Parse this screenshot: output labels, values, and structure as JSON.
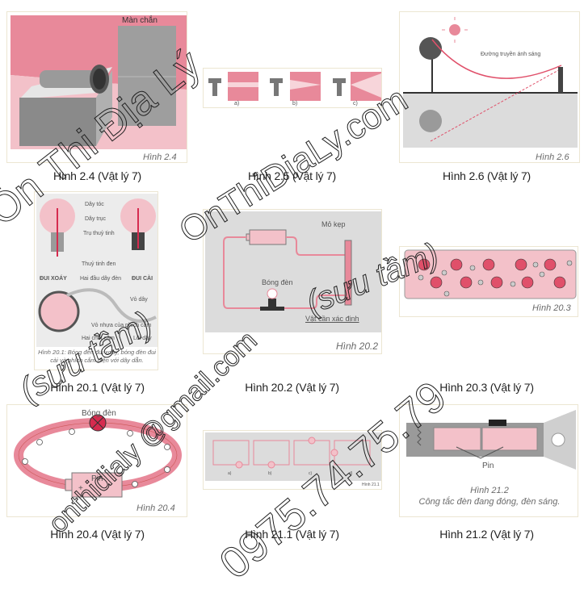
{
  "figures": [
    {
      "id": "2.4",
      "caption": "Hình 2.4 (Vật lý 7)",
      "label": "Hình 2.4",
      "annotations": [
        "Màn chắn"
      ]
    },
    {
      "id": "2.5",
      "caption": "Hình 2.5 (Vật lý 7)",
      "label": "",
      "annotations": [
        "a)",
        "b)",
        "c)"
      ]
    },
    {
      "id": "2.6",
      "caption": "Hình 2.6 (Vật lý 7)",
      "label": "Hình 2.6",
      "annotations": [
        "Đường truyền ánh sáng"
      ]
    },
    {
      "id": "20.1",
      "caption": "Hình 20.1 (Vật lý 7)",
      "label": "Hình 20.1: Bóng đèn đui xoáy, bóng đèn đui cài và phích cắm điện với dây dẫn.",
      "annotations": [
        "Dây tóc",
        "Dây trục",
        "Trụ thuỷ tinh",
        "Thuỷ tinh đen",
        "Hai đầu dây đèn",
        "ĐUI XOÁY",
        "ĐUI CÀI",
        "Vỏ dây",
        "Vỏ nhựa của phích cắm",
        "Hai chốt cắm",
        "Lõi dây"
      ]
    },
    {
      "id": "20.2",
      "caption": "Hình 20.2 (Vật lý 7)",
      "label": "Hình 20.2",
      "annotations": [
        "Mỏ kẹp",
        "Bóng đèn",
        "Vật cần xác định",
        "+",
        "-"
      ]
    },
    {
      "id": "20.3",
      "caption": "Hình 20.3 (Vật lý 7)",
      "label": "Hình 20.3",
      "annotations": []
    },
    {
      "id": "20.4",
      "caption": "Hình 20.4 (Vật lý 7)",
      "label": "Hình 20.4",
      "annotations": [
        "Bóng đèn",
        "Pin",
        "+"
      ]
    },
    {
      "id": "21.1",
      "caption": "Hình 21.1 (Vật lý 7)",
      "label": "Hình 21.1",
      "annotations": [
        "a)",
        "b)",
        "c)",
        "d)"
      ]
    },
    {
      "id": "21.2",
      "caption": "Hình 21.2 (Vật lý 7)",
      "label": "Hình 21.2",
      "sublabel": "Công tắc đèn đang đóng, đèn sáng.",
      "annotations": [
        "Pin"
      ]
    }
  ],
  "watermarks": {
    "line1": "Ôn Thi Địa Lý",
    "line2": "OnThiDiaLy.com",
    "line3": "(sưu tầm)",
    "line4": "(sưu tầm)",
    "line5": "onthidialy @gmail.com",
    "line6": "0975.74.75.79"
  },
  "colors": {
    "pink": "#e8899a",
    "lightpink": "#f3c1c9",
    "grey": "#9a9a9a",
    "lightgrey": "#dcdcdc",
    "red": "#d62b4f"
  }
}
